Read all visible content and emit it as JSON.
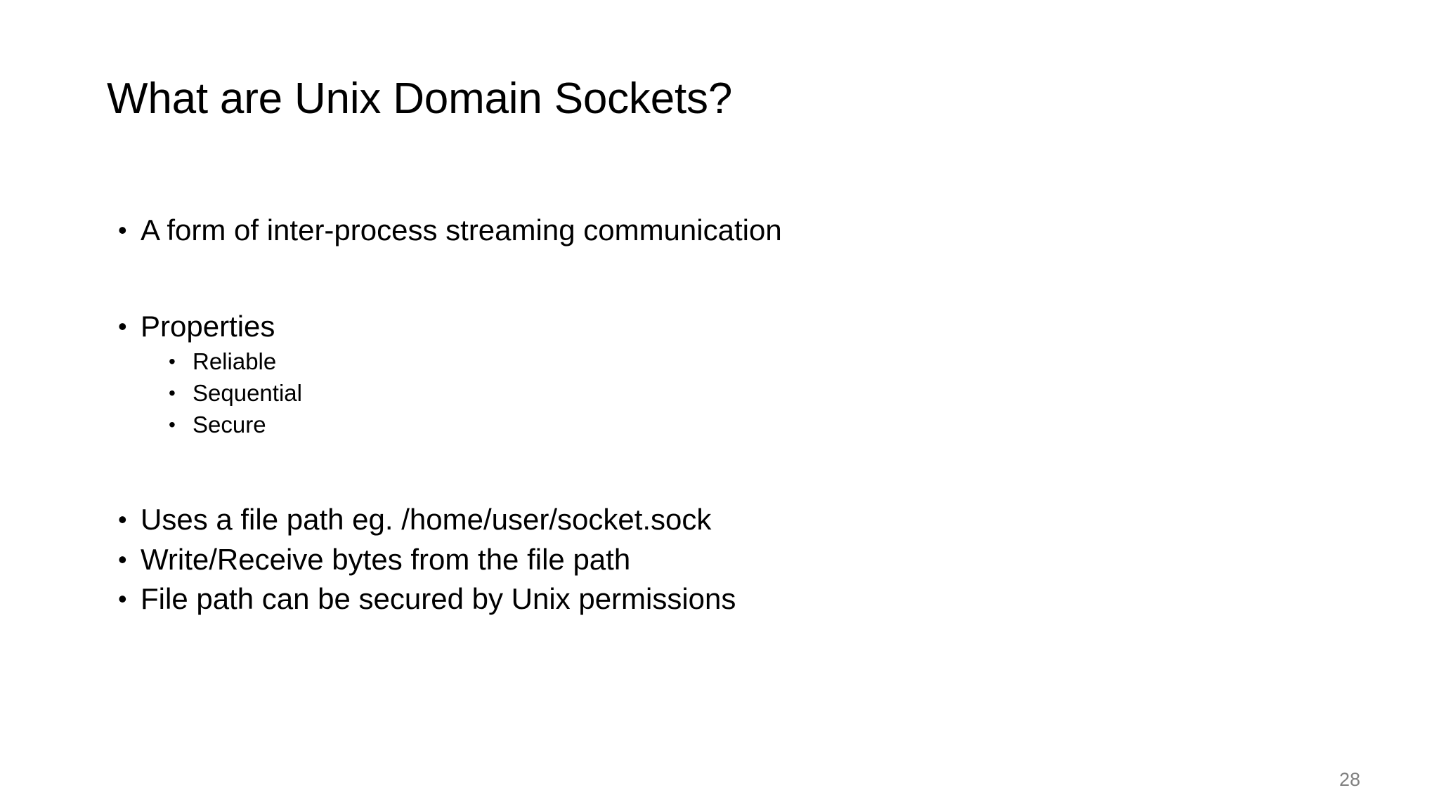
{
  "slide": {
    "title": "What are Unix Domain Sockets?",
    "background_color": "#ffffff",
    "text_color": "#000000",
    "slide_number": "28",
    "slide_number_color": "#808080",
    "bullet_glyph": "•"
  },
  "content": {
    "group1": [
      {
        "level": 1,
        "text": "A form of inter-process streaming communication"
      }
    ],
    "group2": [
      {
        "level": 1,
        "text": "Properties"
      },
      {
        "level": 2,
        "text": "Reliable"
      },
      {
        "level": 2,
        "text": "Sequential"
      },
      {
        "level": 2,
        "text": "Secure"
      }
    ],
    "group3": [
      {
        "level": 1,
        "text": "Uses a file path eg. /home/user/socket.sock"
      },
      {
        "level": 1,
        "text": "Write/Receive bytes from the file path"
      },
      {
        "level": 1,
        "text": "File path can be secured by Unix permissions"
      }
    ]
  }
}
